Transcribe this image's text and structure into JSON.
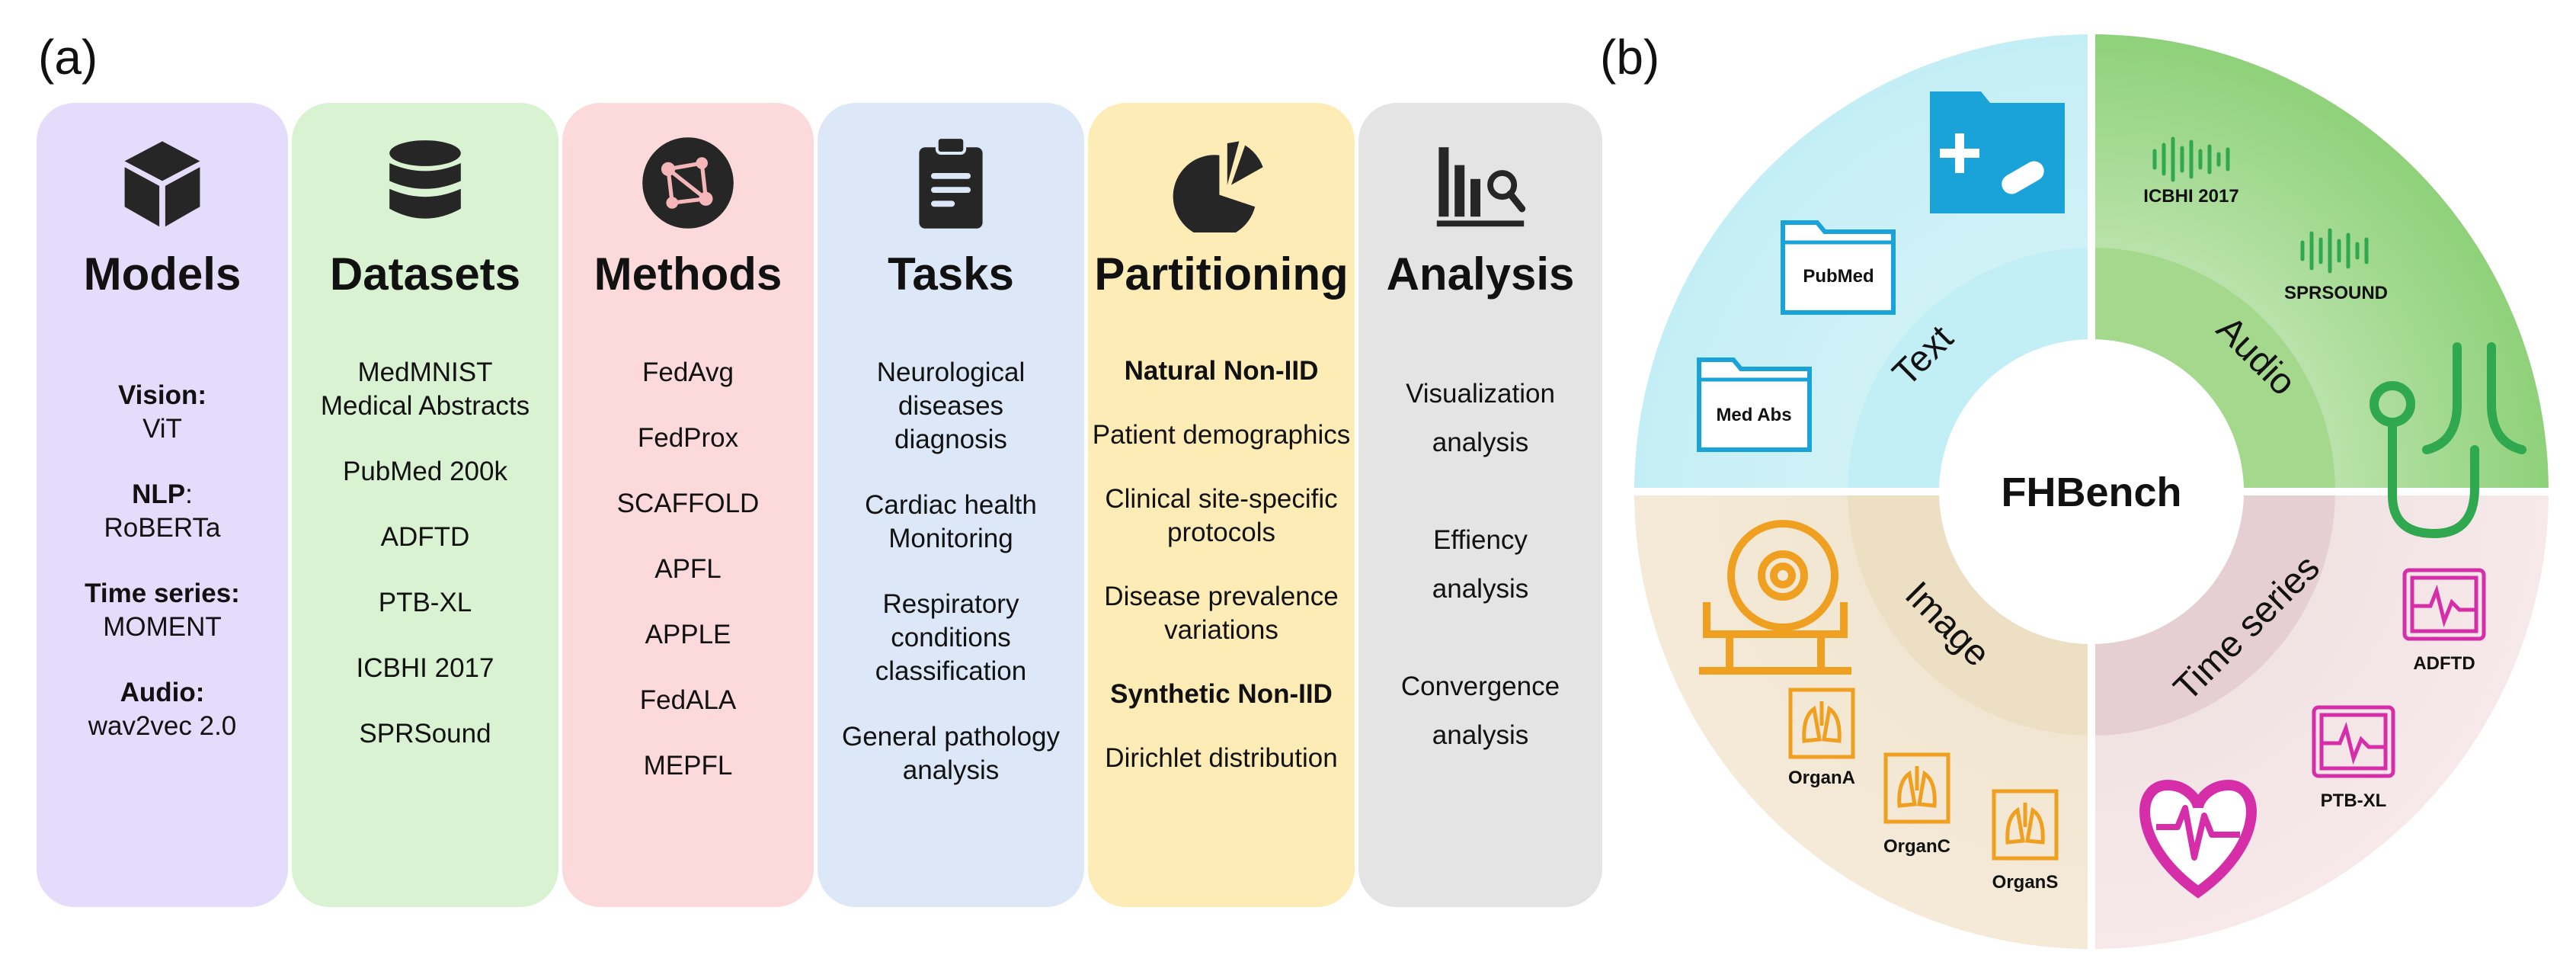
{
  "panel_a_label": "(a)",
  "panel_b_label": "(b)",
  "columns": {
    "models": {
      "title": "Models",
      "items": [
        {
          "key": "Vision:",
          "value": "ViT"
        },
        {
          "key": "NLP",
          "sep": ":",
          "value": "RoBERTa"
        },
        {
          "key": "Time series:",
          "value": "MOMENT"
        },
        {
          "key": "Audio:",
          "value": "wav2vec 2.0"
        }
      ]
    },
    "datasets": {
      "title": "Datasets",
      "items": [
        "MedMNIST",
        "Medical Abstracts",
        "PubMed 200k",
        "ADFTD",
        "PTB-XL",
        "ICBHI 2017",
        "SPRSound"
      ]
    },
    "methods": {
      "title": "Methods",
      "items": [
        "FedAvg",
        "FedProx",
        "SCAFFOLD",
        "APFL",
        "APPLE",
        "FedALA",
        "MEPFL"
      ]
    },
    "tasks": {
      "title": "Tasks",
      "items": [
        "Neurological",
        "diseases",
        "diagnosis",
        "Cardiac health",
        "Monitoring",
        "Respiratory",
        "conditions",
        "classification",
        "General pathology",
        "analysis"
      ]
    },
    "partitioning": {
      "title": "Partitioning",
      "items": [
        "Natural Non-IID",
        "Patient demographics",
        "Clinical site-specific",
        "protocols",
        "Disease prevalence",
        "variations",
        "Synthetic Non-IID",
        "Dirichlet distribution"
      ]
    },
    "analysis": {
      "title": "Analysis",
      "items": [
        "Visualization",
        "analysis",
        "Effiency",
        "analysis",
        "Convergence",
        "analysis"
      ]
    }
  },
  "wheel": {
    "center": "FHBench",
    "sectors": {
      "text": "Text",
      "audio": "Audio",
      "image": "Image",
      "time_series": "Time series"
    },
    "datasets": {
      "pubmed": "PubMed",
      "medabs": "Med Abs",
      "icbhi": "ICBHI 2017",
      "sprsound": "SPRSOUND",
      "adftd": "ADFTD",
      "ptbxl": "PTB-XL",
      "organa": "OrganA",
      "organc": "OrganC",
      "organs": "OrganS"
    }
  },
  "colors": {
    "models_bg": "#e3dcfb",
    "datasets_bg": "#d9f2d1",
    "methods_bg": "#fcd9da",
    "tasks_bg": "#dce8f7",
    "partitioning_bg": "#fdecb6",
    "analysis_bg": "#e4e4e4",
    "text_accent": "#1aa3d9",
    "audio_accent": "#2fa84f",
    "image_accent": "#f0a020",
    "timeseries_accent": "#d62ea8"
  },
  "icons": {
    "models": "cube-icon",
    "datasets": "database-icon",
    "methods": "network-icon",
    "tasks": "clipboard-icon",
    "partitioning": "pie-chart-icon",
    "analysis": "bar-chart-search-icon"
  }
}
